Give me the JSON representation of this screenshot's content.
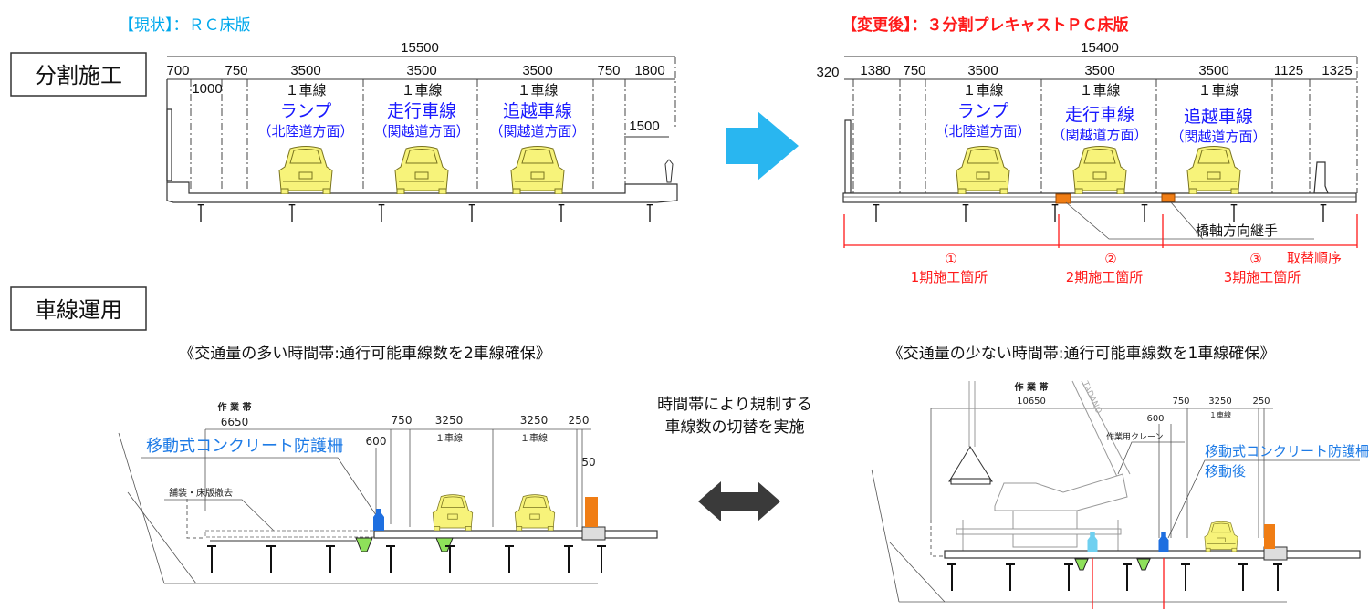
{
  "sections": {
    "division_label": "分割施工",
    "lane_operation_label": "車線運用"
  },
  "current": {
    "title": "【現状】：ＲＣ床版",
    "total_width": "15500",
    "dims": [
      "700",
      "750",
      "3500",
      "3500",
      "3500",
      "750",
      "1800"
    ],
    "dim_1000": "1000",
    "dim_1500": "1500",
    "lanes": [
      {
        "count": "１車線",
        "name": "ランプ",
        "direction": "（北陸道方面）"
      },
      {
        "count": "１車線",
        "name": "走行車線",
        "direction": "（関越道方面）"
      },
      {
        "count": "１車線",
        "name": "追越車線",
        "direction": "（関越道方面）"
      }
    ]
  },
  "after": {
    "title": "【変更後】：３分割プレキャストＰＣ床版",
    "total_width": "15400",
    "dims": [
      "320",
      "1380",
      "750",
      "3500",
      "3500",
      "3500",
      "1125",
      "1325"
    ],
    "lanes": [
      {
        "count": "１車線",
        "name": "ランプ",
        "direction": "（北陸道方面）"
      },
      {
        "count": "１車線",
        "name": "走行車線",
        "direction": "（関越道方面）"
      },
      {
        "count": "１車線",
        "name": "追越車線",
        "direction": "（関越道方面）"
      }
    ],
    "joint_label": "橋軸方向継手",
    "order_label": "取替順序",
    "phases": [
      {
        "number": "①",
        "label": "1期施工箇所"
      },
      {
        "number": "②",
        "label": "2期施工箇所"
      },
      {
        "number": "③",
        "label": "3期施工箇所"
      }
    ]
  },
  "center_note": [
    "時間帯により規制する",
    "車線数の切替を実施"
  ],
  "heavy_traffic": {
    "heading": "《交通量の多い時間帯:通行可能車線数を2車線確保》",
    "work_zone_label": "作 業 帯",
    "work_zone_width": "6650",
    "dims": [
      "600",
      "750",
      "3250",
      "3250",
      "250",
      "50"
    ],
    "lane_labels": [
      "１車線",
      "１車線"
    ],
    "barrier_label": "移動式コンクリート防護柵",
    "removal_label": "舗装・床版撤去"
  },
  "light_traffic": {
    "heading": "《交通量の少ない時間帯:通行可能車線数を1車線確保》",
    "work_zone_label": "作 業 帯",
    "work_zone_width": "10650",
    "dims": [
      "600",
      "750",
      "3250",
      "250"
    ],
    "lane_labels": [
      "１車線"
    ],
    "crane_label": "作業用クレーン",
    "crane_brand": "TADANO",
    "barrier_label": "移動式コンクリート防護柵",
    "barrier_moved_label": "移動後"
  },
  "colors": {
    "current_title": "#00a8ec",
    "after_title": "#ff1a1a",
    "lane_text": "#1a1aff",
    "barrier_label": "#1e7be6",
    "arrow": "#29b6f0",
    "double_arrow": "#3a3a3a",
    "car": "#f7f37a",
    "joint": "#f07d14",
    "barrier": "#1e6fe0"
  }
}
